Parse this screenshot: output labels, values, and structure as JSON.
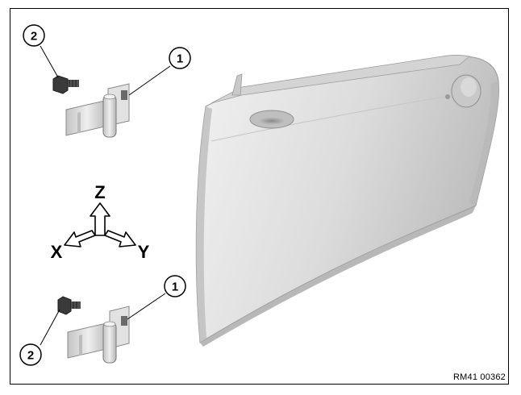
{
  "callouts": {
    "upper_bolt": "2",
    "upper_hinge": "1",
    "lower_hinge": "1",
    "lower_bolt": "2"
  },
  "axes": {
    "z": "Z",
    "x": "X",
    "y": "Y"
  },
  "reference_code": "RM41 00362",
  "colors": {
    "door_light": "#e6e6e6",
    "door_mid": "#cfcfcf",
    "door_dark": "#a9a9a9",
    "hinge": "#d9d9d9",
    "bolt": "#3a3a3a",
    "line": "#000000"
  }
}
